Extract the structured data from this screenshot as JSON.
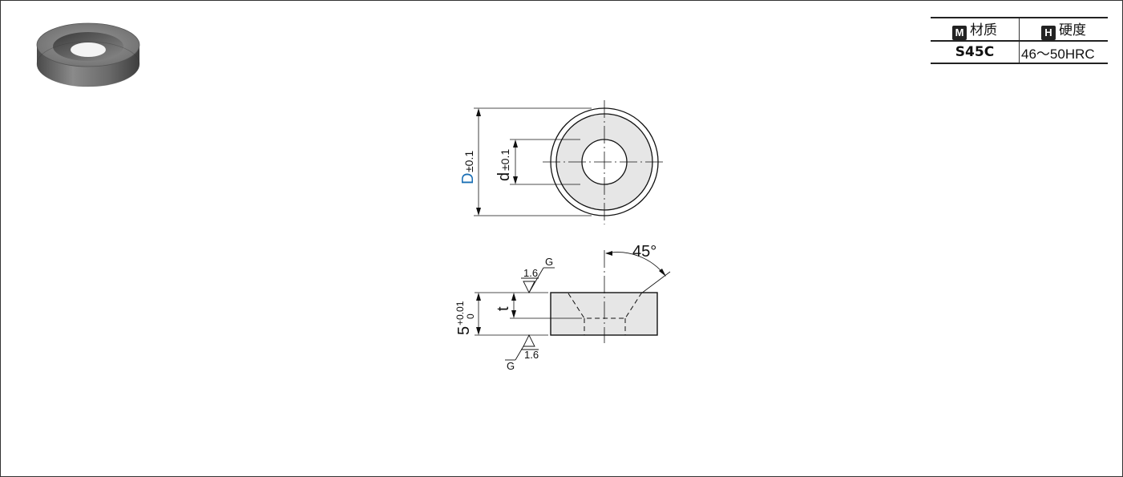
{
  "spec_table": {
    "material_badge": "M",
    "material_header": "材质",
    "hardness_badge": "H",
    "hardness_header": "硬度",
    "material_value": "S45C",
    "hardness_value": "46～50HRC"
  },
  "drawing": {
    "outer_diameter": {
      "symbol": "D",
      "tolerance": "±0.1"
    },
    "inner_diameter": {
      "symbol": "d",
      "tolerance": "±0.1"
    },
    "counterbore_depth": {
      "symbol": "t"
    },
    "thickness": {
      "nominal": "5",
      "upper_tolerance": "+0.01",
      "lower_tolerance": "0"
    },
    "chamfer_angle": "45°",
    "surface_finish_top": {
      "roughness": "1.6",
      "grade": "G"
    },
    "surface_finish_bottom": {
      "roughness": "1.6",
      "grade": "G"
    }
  },
  "colors": {
    "dimension_highlight": "#1a6fb5",
    "part_fill": "#e6e6e6",
    "line": "#111111"
  }
}
